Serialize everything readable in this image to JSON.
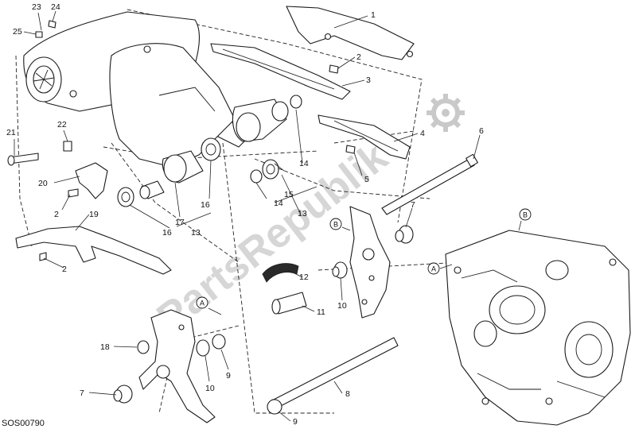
{
  "diagram_code": "SOS00790",
  "watermark": "PartsRepublik",
  "callouts": [
    {
      "id": "c1",
      "label": "1"
    },
    {
      "id": "c2a",
      "label": "2"
    },
    {
      "id": "c3",
      "label": "3"
    },
    {
      "id": "c4",
      "label": "4"
    },
    {
      "id": "c5",
      "label": "5"
    },
    {
      "id": "c6",
      "label": "6"
    },
    {
      "id": "c7a",
      "label": "7"
    },
    {
      "id": "c7b",
      "label": "7"
    },
    {
      "id": "c8",
      "label": "8"
    },
    {
      "id": "c9a",
      "label": "9"
    },
    {
      "id": "c9b",
      "label": "9"
    },
    {
      "id": "c10a",
      "label": "10"
    },
    {
      "id": "c10b",
      "label": "10"
    },
    {
      "id": "c11",
      "label": "11"
    },
    {
      "id": "c12",
      "label": "12"
    },
    {
      "id": "c13a",
      "label": "13"
    },
    {
      "id": "c13b",
      "label": "13"
    },
    {
      "id": "c14a",
      "label": "14"
    },
    {
      "id": "c14b",
      "label": "14"
    },
    {
      "id": "c15",
      "label": "15"
    },
    {
      "id": "c16a",
      "label": "16"
    },
    {
      "id": "c16b",
      "label": "16"
    },
    {
      "id": "c17",
      "label": "17"
    },
    {
      "id": "c18",
      "label": "18"
    },
    {
      "id": "c19",
      "label": "19"
    },
    {
      "id": "c20",
      "label": "20"
    },
    {
      "id": "c21",
      "label": "21"
    },
    {
      "id": "c22",
      "label": "22"
    },
    {
      "id": "c23",
      "label": "23"
    },
    {
      "id": "c24",
      "label": "24"
    },
    {
      "id": "c25",
      "label": "25"
    },
    {
      "id": "c2b",
      "label": "2"
    },
    {
      "id": "c2c",
      "label": "2"
    }
  ],
  "reference_markers": [
    {
      "id": "rA1",
      "letter": "A"
    },
    {
      "id": "rA2",
      "letter": "A"
    },
    {
      "id": "rB1",
      "letter": "B"
    },
    {
      "id": "rB2",
      "letter": "B"
    }
  ]
}
